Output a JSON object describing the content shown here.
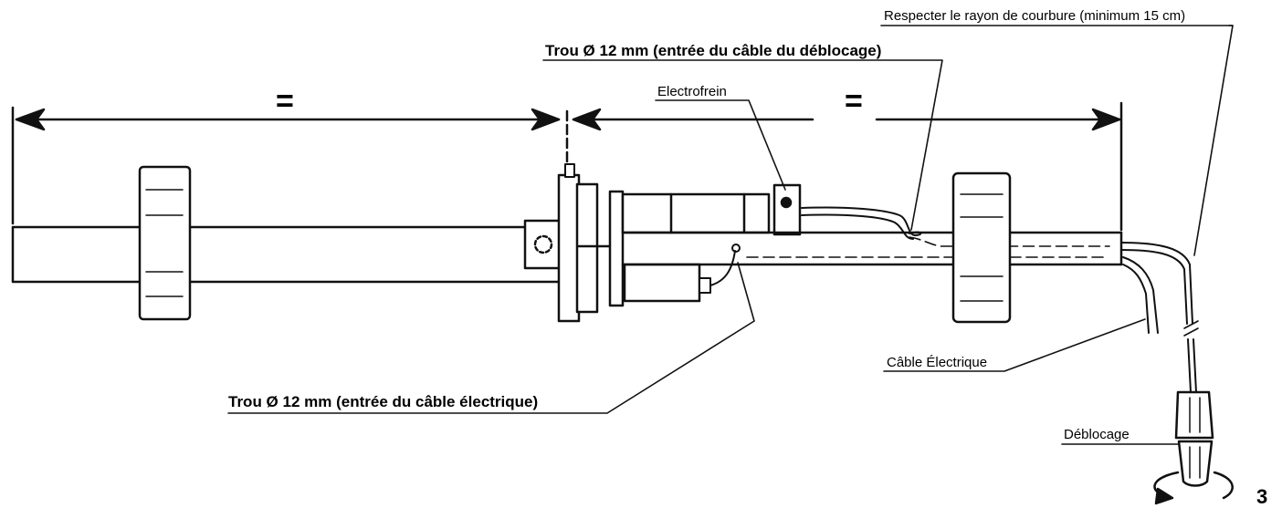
{
  "labels": {
    "rayon": "Respecter le rayon de courbure (minimum 15 cm)",
    "trou_deblocage": "Trou Ø 12 mm (entrée du câble du déblocage)",
    "electrofrein": "Electrofrein",
    "trou_electrique": "Trou Ø 12 mm (entrée du câble électrique)",
    "cable_electrique": "Câble Électrique",
    "deblocage": "Déblocage",
    "equal_left": "=",
    "equal_right": "=",
    "figure_number": "3"
  }
}
